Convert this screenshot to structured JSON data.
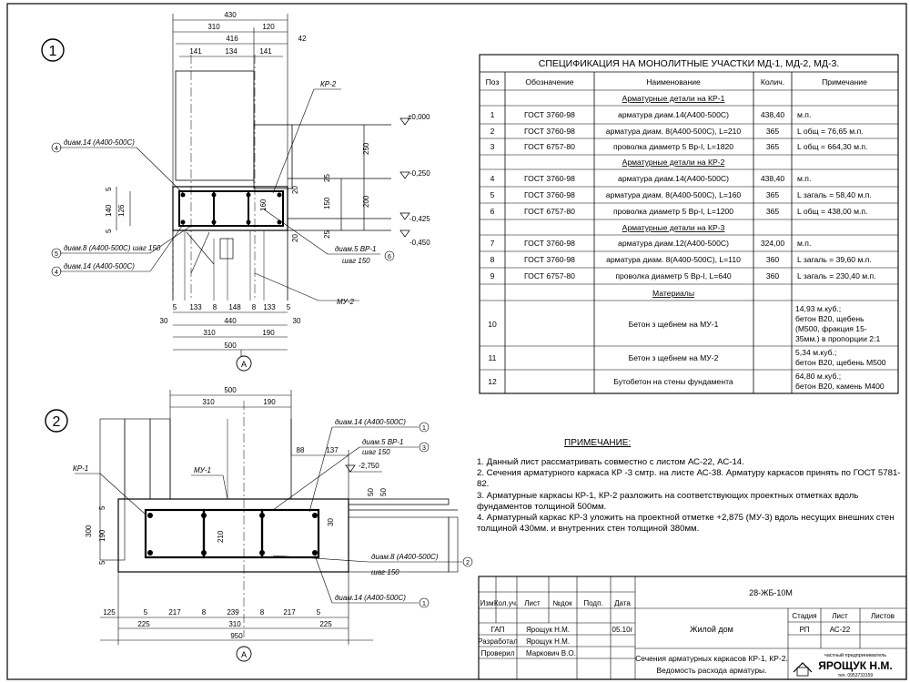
{
  "section1": {
    "number": "1",
    "dims": {
      "d430": "430",
      "d310": "310",
      "d120": "120",
      "d416": "416",
      "d141a": "141",
      "d134": "134",
      "d141b": "141",
      "d42": "42",
      "d5a": "5",
      "d5b": "5",
      "d8": "8",
      "d148": "148",
      "d8b": "8",
      "d133a": "133",
      "d133b": "133",
      "d5c": "5",
      "d440": "440",
      "d30a": "30",
      "d30b": "30",
      "d310b": "310",
      "d190": "190",
      "d500": "500",
      "d250": "250",
      "d200": "200",
      "d150": "150",
      "d25a": "25",
      "d25b": "25",
      "d20a": "20",
      "d20b": "20",
      "d140": "140",
      "d126": "126",
      "d160": "160",
      "d5d": "5",
      "d5e": "5"
    },
    "levels": [
      "±0,000",
      "-0,250",
      "-0,425",
      "-0,450"
    ],
    "labels": {
      "kr2": "КР-2",
      "mu2": "МУ-2",
      "axis": "А",
      "diam14a": "диам.14 (А400-500С)",
      "diam8": "диам.8 (А400-500С) шаг 150",
      "diam14b": "диам.14 (А400-500С)",
      "diam5": "диам.5 ВР-1",
      "step150": "шаг 150"
    },
    "markers": {
      "m4a": "4",
      "m5": "5",
      "m4b": "4",
      "m6": "6"
    }
  },
  "section2": {
    "number": "2",
    "dims": {
      "d500": "500",
      "d310": "310",
      "d190": "190",
      "d88": "88",
      "d137": "137",
      "d50a": "50",
      "d50b": "50",
      "d30": "30",
      "d190b": "190",
      "d300": "300",
      "d5a": "5",
      "d5b": "5",
      "d210": "210",
      "d125": "125",
      "d5c": "5",
      "d217a": "217",
      "d8a": "8",
      "d239": "239",
      "d8b": "8",
      "d217b": "217",
      "d5d": "5",
      "d225a": "225",
      "d310b": "310",
      "d225b": "225",
      "d950": "950"
    },
    "level": "-2,750",
    "labels": {
      "kr1": "КР-1",
      "mu1": "МУ-1",
      "axis": "А",
      "diam14a": "диам.14 (А400-500С)",
      "diam5": "диам.5 ВР-1",
      "step150a": "шаг 150",
      "diam8": "диам.8 (А400-500С)",
      "step150b": "шаг 150",
      "diam14b": "диам.14 (А400-500С)"
    },
    "markers": {
      "m1a": "1",
      "m3": "3",
      "m2": "2",
      "m1b": "1"
    }
  },
  "spec": {
    "title": "СПЕЦИФИКАЦИЯ НА МОНОЛИТНЫЕ УЧАСТКИ МД-1, МД-2, МД-3.",
    "headers": [
      "Поз",
      "Обозначение",
      "Наименование",
      "Колич.",
      "Примечание"
    ],
    "group1": "Арматурные детали на КР-1",
    "group2": "Арматурные детали на КР-2",
    "group3": "Арматурные детали на КР-3",
    "materials": "Материалы",
    "rows": [
      {
        "pos": "1",
        "code": "ГОСТ 3760-98",
        "name": "арматура диам.14(А400-500С)",
        "qty": "438,40",
        "note": "м.п."
      },
      {
        "pos": "2",
        "code": "ГОСТ 3760-98",
        "name": "арматура диам. 8(А400-500С), L=210",
        "qty": "365",
        "note": "L общ = 76,65 м.п."
      },
      {
        "pos": "3",
        "code": "ГОСТ 6757-80",
        "name": "проволка диаметр 5 Вр-I, L=1820",
        "qty": "365",
        "note": "L общ = 664,30 м.п."
      },
      {
        "pos": "4",
        "code": "ГОСТ 3760-98",
        "name": "арматура диам.14(А400-500С)",
        "qty": "438,40",
        "note": "м.п."
      },
      {
        "pos": "5",
        "code": "ГОСТ 3760-98",
        "name": "арматура диам. 8(А400-500С), L=160",
        "qty": "365",
        "note": "L загаль = 58,40 м.п."
      },
      {
        "pos": "6",
        "code": "ГОСТ 6757-80",
        "name": "проволка диаметр 5 Вр-I, L=1200",
        "qty": "365",
        "note": "L общ = 438,00 м.п."
      },
      {
        "pos": "7",
        "code": "ГОСТ 3760-98",
        "name": "арматура диам.12(А400-500С)",
        "qty": "324,00",
        "note": "м.п."
      },
      {
        "pos": "8",
        "code": "ГОСТ 3760-98",
        "name": "арматура диам. 8(А400-500С), L=110",
        "qty": "360",
        "note": "L загаль = 39,60 м.п."
      },
      {
        "pos": "9",
        "code": "ГОСТ 6757-80",
        "name": "проволка диаметр 5 Вр-I, L=640",
        "qty": "360",
        "note": "L загаль = 230,40 м.п."
      }
    ],
    "mat_rows": [
      {
        "pos": "10",
        "name": "Бетон з щебнем на МУ-1",
        "note": [
          "14,93 м.куб.;",
          "бетон В20, щебень",
          "(М500, фракция 15-",
          "35мм.) в пропорции 2:1"
        ]
      },
      {
        "pos": "11",
        "name": "Бетон з щебнем на МУ-2",
        "note": [
          "5,34 м.куб.;",
          "бетон В20, щебень М500"
        ]
      },
      {
        "pos": "12",
        "name": "Бутобетон на стены фундамента",
        "note": [
          "64,80 м.куб.;",
          "бетон В20, камень М400"
        ]
      }
    ]
  },
  "notes": {
    "heading": "ПРИМЕЧАНИЕ:",
    "items": [
      "1. Данный лист рассматривать совместно с листом АС-22, АС-14.",
      "2. Сечения арматурного каркаса КР -3 смтр. на листе АС-38. Арматуру каркасов принять по ГОСТ 5781-82.",
      "3.  Арматурные каркасы КР-1, КР-2 разложить на соответствующих проектных отметках вдоль фундаментов толщиной 500мм.",
      "4. Арматурный каркас КР-3  уложить на  проектной отметке +2,875 (МУ-3) вдоль несущих внешних стен толщиной 430мм. и внутренних стен толщиной 380мм."
    ]
  },
  "stamp": {
    "code": "28-ЖБ-10М",
    "headers": [
      "Изм",
      "Кол.уч.",
      "Лист",
      "№док",
      "Подп.",
      "Дата"
    ],
    "roles": [
      {
        "role": "ГАП",
        "name": "Ярощук Н.М.",
        "date": "05.10г"
      },
      {
        "role": "Разработал",
        "name": "Ярощук Н.М.",
        "date": ""
      },
      {
        "role": "Проверил",
        "name": "Маркович В.О.",
        "date": ""
      }
    ],
    "object": "Жилой дом",
    "stage_h": "Стадия",
    "sheet_h": "Лист",
    "sheets_h": "Листов",
    "stage": "РП",
    "sheet": "АС-22",
    "sheets": "",
    "desc1": "Сечения арматурных каркасов КР-1, КР-2.",
    "desc2": "Ведомость расхода арматуры.",
    "company_small": "частный предприниматель",
    "company": "ЯРОЩУК Н.М.",
    "company_tel": "тел. 0953733159"
  }
}
